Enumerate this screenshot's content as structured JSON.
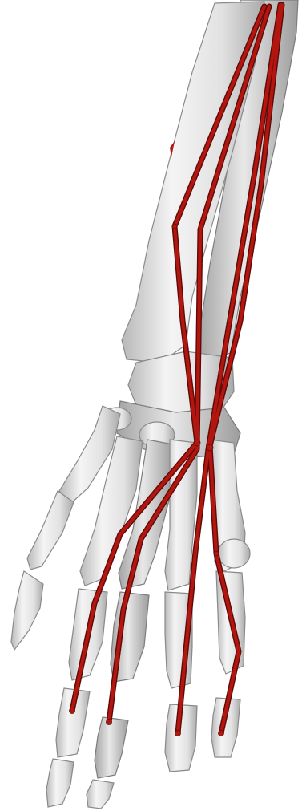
{
  "colors": {
    "background": "#ffffff",
    "bone_light": "#f2f2f2",
    "bone_mid": "#d4d4d4",
    "bone_shadow": "#a8a8a8",
    "tendon": "#b3160f",
    "tendon_edge": "#5e0a08"
  },
  "subject": {
    "bones": [
      "radius",
      "ulna",
      "carpals",
      "metacarpals",
      "phalanges"
    ],
    "tendon_count": 4
  }
}
